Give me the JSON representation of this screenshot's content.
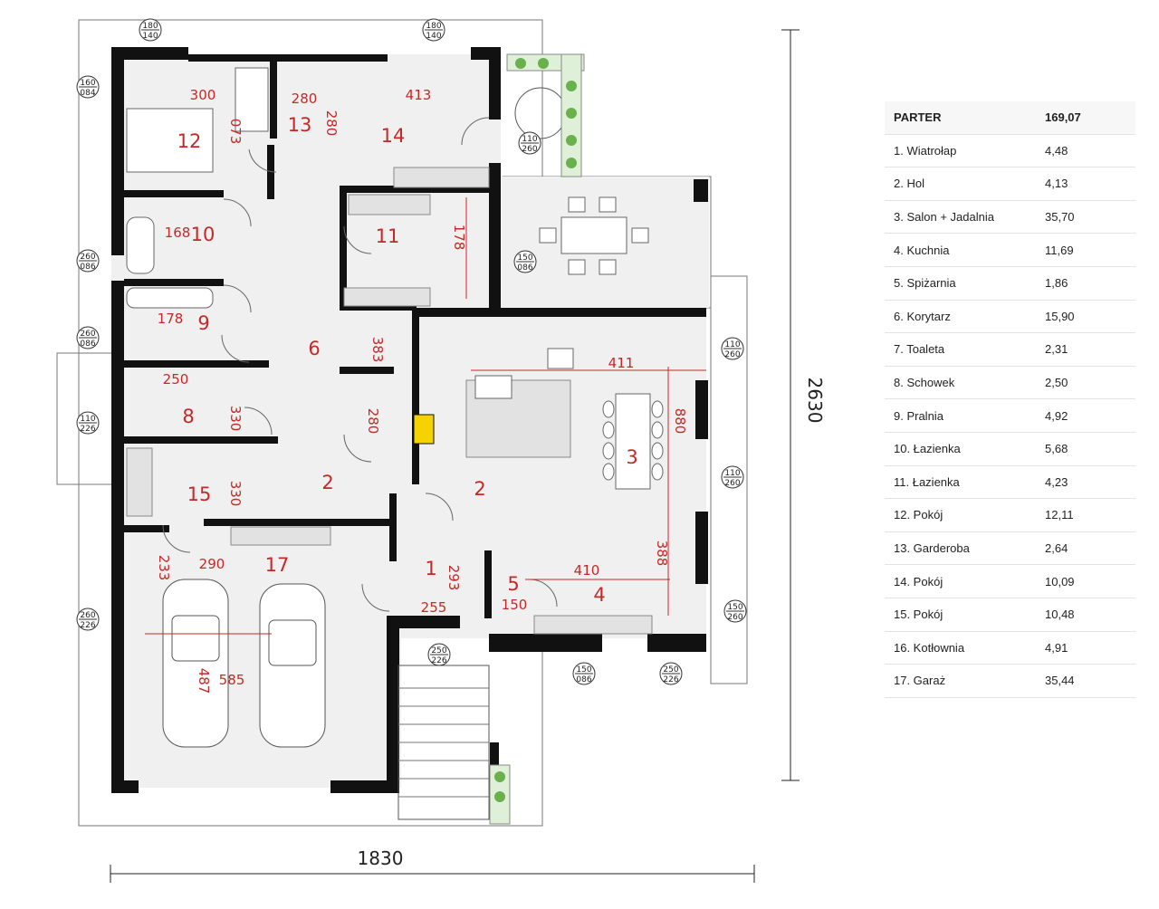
{
  "legend": {
    "header": {
      "label": "PARTER",
      "value": "169,07"
    },
    "rooms": [
      {
        "label": "1. Wiatrołap",
        "value": "4,48"
      },
      {
        "label": "2. Hol",
        "value": "4,13"
      },
      {
        "label": "3. Salon + Jadalnia",
        "value": "35,70"
      },
      {
        "label": "4. Kuchnia",
        "value": "11,69"
      },
      {
        "label": "5. Spiżarnia",
        "value": "1,86"
      },
      {
        "label": "6. Korytarz",
        "value": "15,90"
      },
      {
        "label": "7. Toaleta",
        "value": "2,31"
      },
      {
        "label": "8. Schowek",
        "value": "2,50"
      },
      {
        "label": "9. Pralnia",
        "value": "4,92"
      },
      {
        "label": "10. Łazienka",
        "value": "5,68"
      },
      {
        "label": "11. Łazienka",
        "value": "4,23"
      },
      {
        "label": "12. Pokój",
        "value": "12,11"
      },
      {
        "label": "13. Garderoba",
        "value": "2,64"
      },
      {
        "label": "14. Pokój",
        "value": "10,09"
      },
      {
        "label": "15. Pokój",
        "value": "10,48"
      },
      {
        "label": "16. Kotłownia",
        "value": "4,91"
      },
      {
        "label": "17. Garaż",
        "value": "35,44"
      }
    ]
  },
  "plan": {
    "overall_width": "1830",
    "overall_height": "2630",
    "room_numbers": [
      "1",
      "2",
      "2",
      "3",
      "4",
      "5",
      "6",
      "8",
      "9",
      "10",
      "11",
      "12",
      "13",
      "14",
      "15",
      "17"
    ],
    "dimensions": [
      "300",
      "280",
      "413",
      "073",
      "280",
      "168",
      "178",
      "178",
      "250",
      "330",
      "330",
      "411",
      "880",
      "383",
      "280",
      "290",
      "585",
      "487",
      "233",
      "255",
      "293",
      "410",
      "388",
      "150"
    ],
    "window_tags": [
      {
        "top": "180",
        "bottom": "140"
      },
      {
        "top": "180",
        "bottom": "140"
      },
      {
        "top": "160",
        "bottom": "084"
      },
      {
        "top": "110",
        "bottom": "260"
      },
      {
        "top": "260",
        "bottom": "086"
      },
      {
        "top": "150",
        "bottom": "086"
      },
      {
        "top": "260",
        "bottom": "086"
      },
      {
        "top": "110",
        "bottom": "260"
      },
      {
        "top": "110",
        "bottom": "226"
      },
      {
        "top": "110",
        "bottom": "260"
      },
      {
        "top": "260",
        "bottom": "226"
      },
      {
        "top": "250",
        "bottom": "226"
      },
      {
        "top": "150",
        "bottom": "086"
      },
      {
        "top": "250",
        "bottom": "226"
      },
      {
        "top": "150",
        "bottom": "260"
      }
    ]
  }
}
